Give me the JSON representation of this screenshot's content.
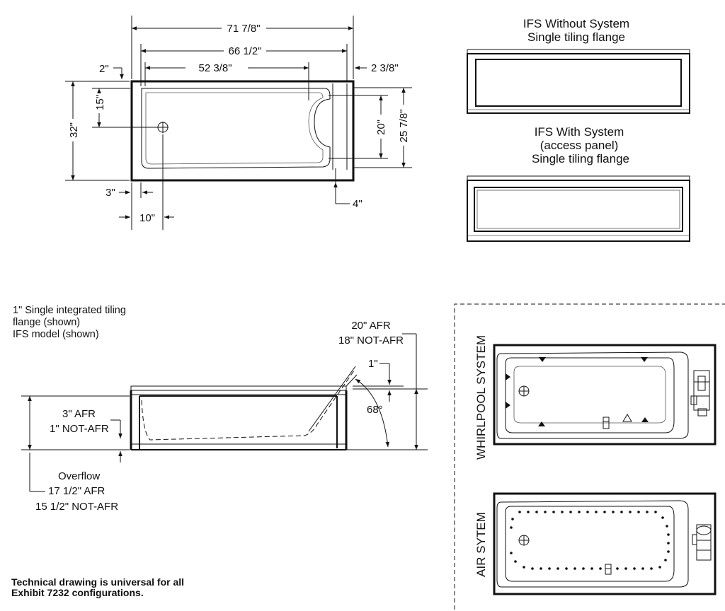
{
  "top_view": {
    "dims": {
      "overall_length": "71 7/8\"",
      "inner_length": "66 1/2\"",
      "basin_length": "52 3/8\"",
      "left_offset": "2\"",
      "right_offset": "2 3/8\"",
      "drain_from_top": "15\"",
      "overall_width": "32\"",
      "basin_width": "20\"",
      "inner_width": "25 7/8\"",
      "bottom_left": "3\"",
      "drain_from_left": "10\"",
      "bottom_right": "4\""
    }
  },
  "front_views": [
    {
      "line1": "IFS Without System",
      "line2": "Single tiling flange"
    },
    {
      "line1": "IFS With System",
      "line2": "(access panel)",
      "line3": "Single tiling flange"
    }
  ],
  "side_view": {
    "note": [
      "1\" Single integrated tiling",
      "flange (shown)",
      "IFS model (shown)"
    ],
    "height_afr": "20\" AFR",
    "height_not_afr": "18\" NOT-AFR",
    "flange": "1\"",
    "angle": "68°",
    "base_afr": "3\" AFR",
    "base_not_afr": "1\" NOT-AFR",
    "overflow_label": "Overflow",
    "overflow_afr": "17 1/2\" AFR",
    "overflow_not_afr": "15 1/2\" NOT-AFR"
  },
  "systems": {
    "whirlpool_label": "WHIRLPOOL SYSTEM",
    "air_label": "AIR SYTEM"
  },
  "footer": {
    "line1": "Technical drawing is universal for all",
    "line2": "Exhibit 7232 configurations."
  },
  "icons": {
    "drain": "drain-crosshair-icon",
    "jet": "jet-triangle-icon",
    "pump": "pump-motor-icon"
  }
}
